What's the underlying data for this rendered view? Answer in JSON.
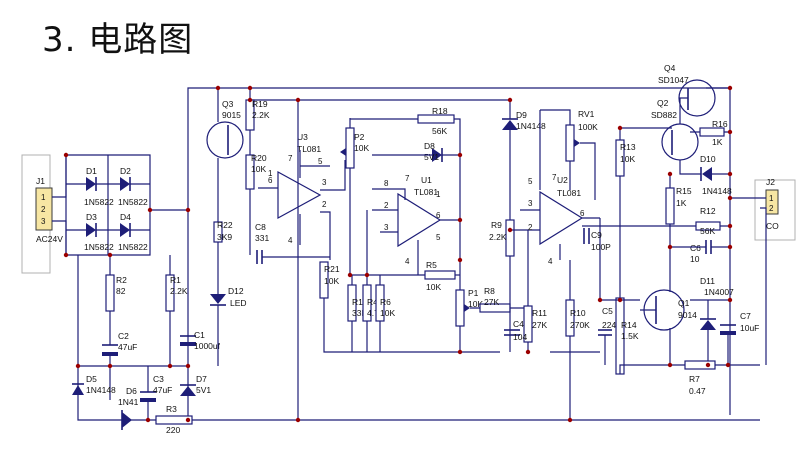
{
  "title": "3. 电路图",
  "connectors": {
    "J1": {
      "ref": "J1",
      "pins": [
        "1",
        "2",
        "3"
      ],
      "value": "AC24V"
    },
    "J2": {
      "ref": "J2",
      "pins": [
        "1",
        "2"
      ],
      "value": "CO"
    }
  },
  "diodes": {
    "D1": {
      "ref": "D1",
      "value": "1N5822"
    },
    "D2": {
      "ref": "D2",
      "value": "1N5822"
    },
    "D3": {
      "ref": "D3",
      "value": "1N5822"
    },
    "D4": {
      "ref": "D4",
      "value": "1N5822"
    },
    "D5": {
      "ref": "D5",
      "value": "1N4148"
    },
    "D6": {
      "ref": "D6",
      "value": "1N41"
    },
    "D7": {
      "ref": "D7",
      "value": "5V1"
    },
    "D8": {
      "ref": "D8",
      "value": "5V1"
    },
    "D9": {
      "ref": "D9",
      "value": "1N4148"
    },
    "D10": {
      "ref": "D10",
      "value": "1N4148"
    },
    "D11": {
      "ref": "D11",
      "value": "1N4007"
    },
    "D12": {
      "ref": "D12",
      "value": "LED"
    }
  },
  "transistors": {
    "Q1": {
      "ref": "Q1",
      "value": "9014"
    },
    "Q2": {
      "ref": "Q2",
      "value": "SD882"
    },
    "Q3": {
      "ref": "Q3",
      "value": "9015"
    },
    "Q4": {
      "ref": "Q4",
      "value": "SD1047"
    }
  },
  "opamps": {
    "U1": {
      "ref": "U1",
      "value": "TL081",
      "pins": [
        "8",
        "7",
        "2",
        "3",
        "4",
        "6",
        "1",
        "5"
      ]
    },
    "U2": {
      "ref": "U2",
      "value": "TL081",
      "pins": [
        "5",
        "7",
        "3",
        "2",
        "4",
        "6"
      ]
    },
    "U3": {
      "ref": "U3",
      "value": "TL081",
      "pins": [
        "7",
        "1",
        "6",
        "3",
        "5",
        "2",
        "4"
      ]
    }
  },
  "resistors": {
    "R1": {
      "ref": "R1",
      "value": "2.2K"
    },
    "R2": {
      "ref": "R2",
      "value": "82"
    },
    "R3": {
      "ref": "R3",
      "value": "220"
    },
    "R4": {
      "ref": "R4",
      "value": "4.7K"
    },
    "R5": {
      "ref": "R5",
      "value": "10K"
    },
    "R6": {
      "ref": "R6",
      "value": "10K"
    },
    "R7": {
      "ref": "R7",
      "value": "0.47"
    },
    "R8": {
      "ref": "R8",
      "value": "27K"
    },
    "R9": {
      "ref": "R9",
      "value": "2.2K"
    },
    "R10": {
      "ref": "R10",
      "value": "270K"
    },
    "R11": {
      "ref": "R11",
      "value": "27K"
    },
    "R12": {
      "ref": "R12",
      "value": "56K"
    },
    "R13": {
      "ref": "R13",
      "value": "10K"
    },
    "R14": {
      "ref": "R14",
      "value": "1.5K"
    },
    "R15": {
      "ref": "R15",
      "value": "1K"
    },
    "R16": {
      "ref": "R16",
      "value": "1K"
    },
    "R17": {
      "ref": "R1",
      "value": "33K"
    },
    "R18": {
      "ref": "R18",
      "value": "56K"
    },
    "R19": {
      "ref": "R19",
      "value": "2.2K"
    },
    "R20": {
      "ref": "R20",
      "value": "10K"
    },
    "R21": {
      "ref": "R21",
      "value": "10K"
    },
    "R22": {
      "ref": "R22",
      "value": "3K9"
    }
  },
  "pots": {
    "P1": {
      "ref": "P1",
      "value": "10K"
    },
    "P2": {
      "ref": "P2",
      "value": "10K"
    },
    "RV1": {
      "ref": "RV1",
      "value": "100K"
    }
  },
  "capacitors": {
    "C1": {
      "ref": "C1",
      "value": "1000uf"
    },
    "C2": {
      "ref": "C2",
      "value": "47uF"
    },
    "C3": {
      "ref": "C3",
      "value": "47uF"
    },
    "C4": {
      "ref": "C4",
      "value": "104"
    },
    "C5": {
      "ref": "C5",
      "value": "224"
    },
    "C6": {
      "ref": "C6",
      "value": "10"
    },
    "C7": {
      "ref": "C7",
      "value": "10uF"
    },
    "C8": {
      "ref": "C8",
      "value": "331"
    },
    "C9": {
      "ref": "C9",
      "value": "100P"
    }
  }
}
